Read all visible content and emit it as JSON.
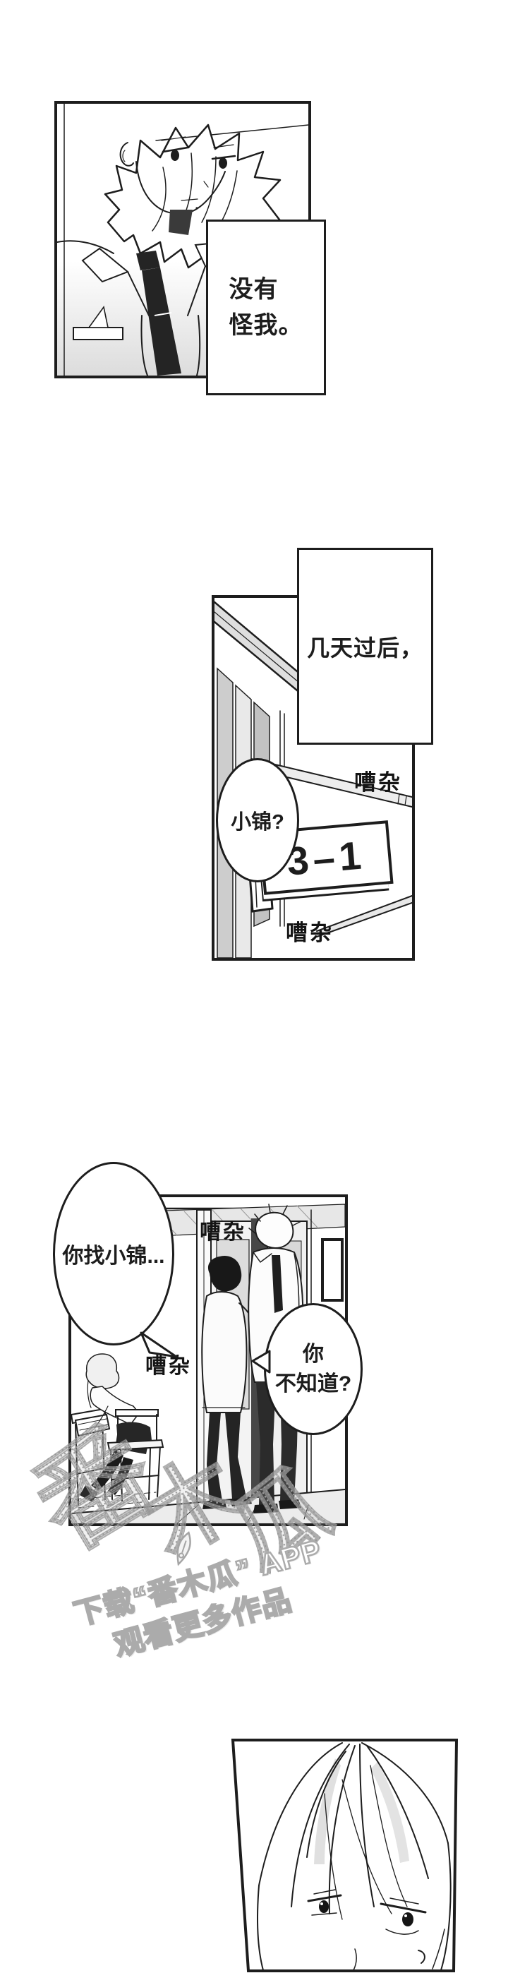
{
  "page_type": "manga-page",
  "colors": {
    "paper": "#ffffff",
    "ink": "#1d1d1d",
    "halftone": "#d6d6d6",
    "watermark_gray": "#ababab"
  },
  "panel1": {
    "caption_lines": [
      "没有",
      "怪我。"
    ]
  },
  "panel2": {
    "caption": "几天过后，",
    "bubble": "小锦?",
    "door_sign": "3–1",
    "sfx_top": "嘈杂",
    "sfx_bottom": "嘈杂"
  },
  "panel3": {
    "bubble_left": "你找小锦...",
    "bubble_right_lines": [
      "你",
      "不知道?"
    ],
    "sfx_top": "嘈杂",
    "sfx_left": "嘈杂"
  },
  "watermark": {
    "big_chars": [
      "番",
      "木",
      "瓜"
    ],
    "line1": "下载“番木瓜” APP",
    "line2": "观看更多作品"
  }
}
